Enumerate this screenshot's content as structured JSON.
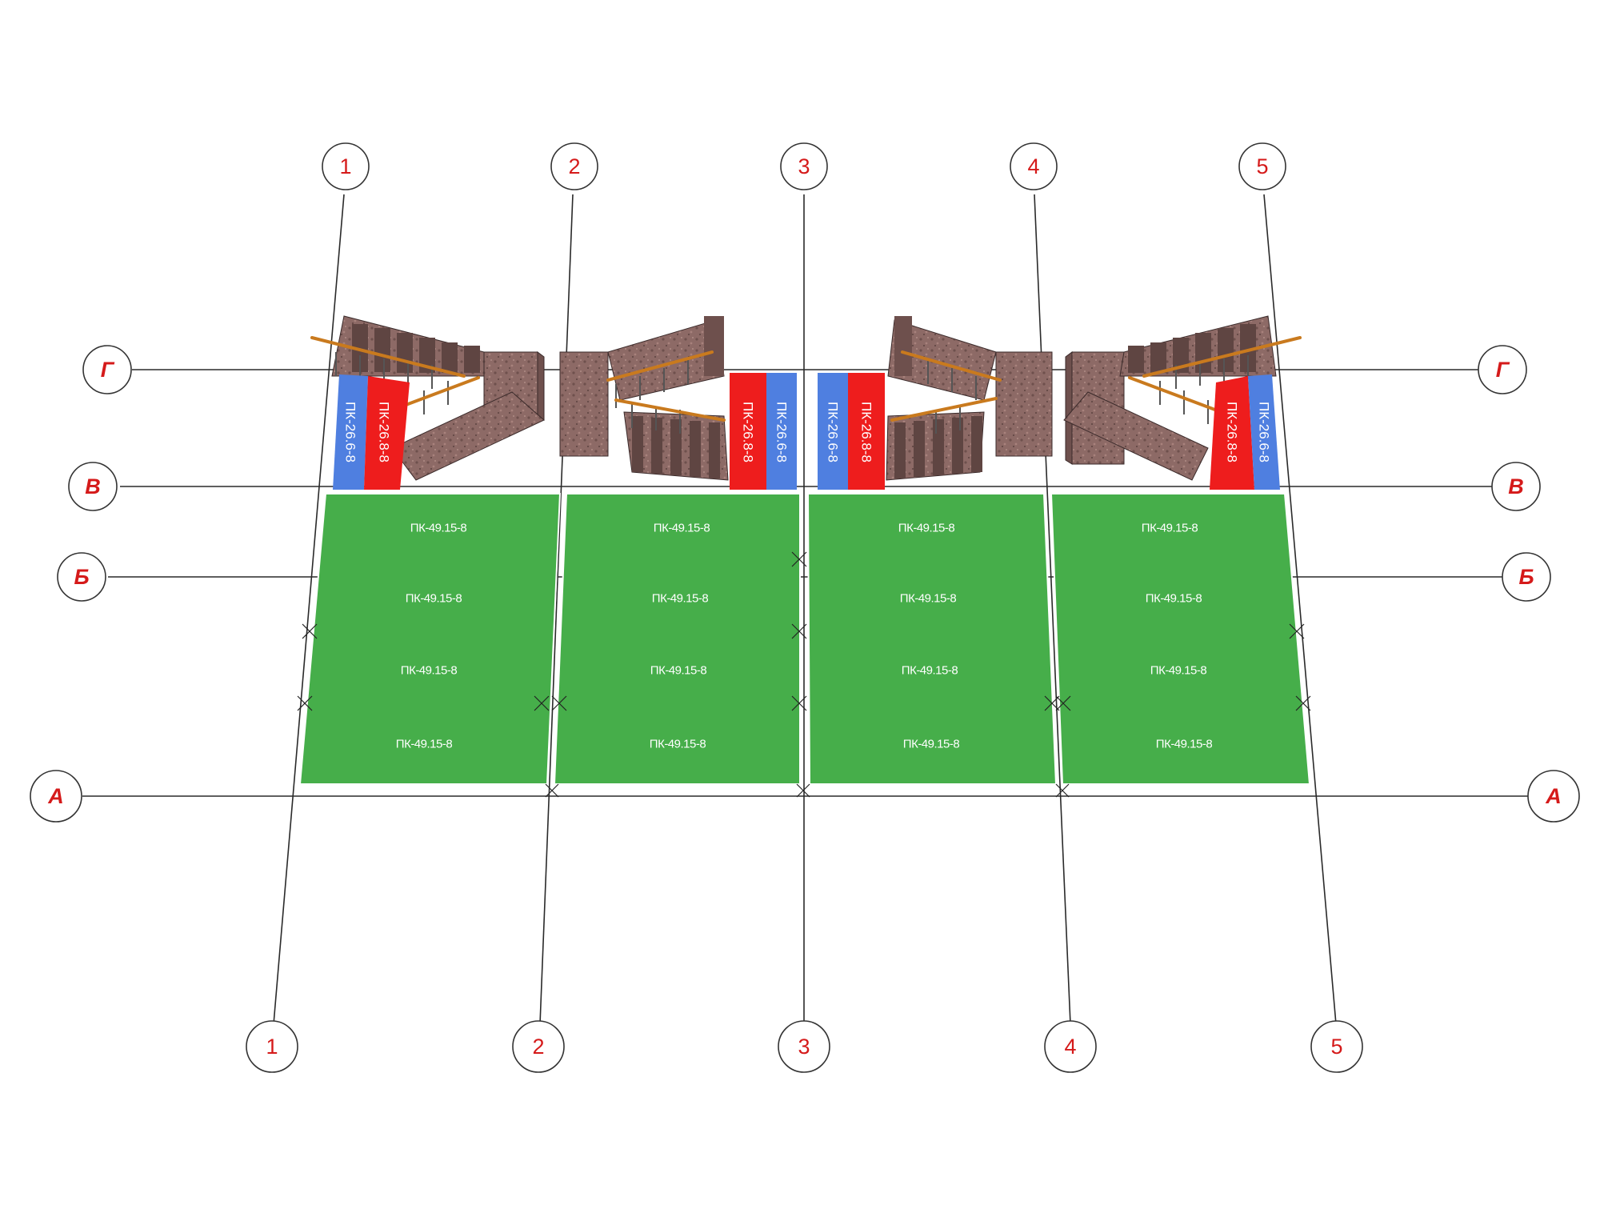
{
  "axes": {
    "numbers": [
      "1",
      "2",
      "3",
      "4",
      "5"
    ],
    "letters": [
      "А",
      "Б",
      "В",
      "Г"
    ]
  },
  "slabs": {
    "floor_label": "ПК-49.15-8",
    "landing_red_label": "ПК-26.8-8",
    "landing_blue_label": "ПК-26.6-8"
  },
  "colors": {
    "floor_slab": "#46ae4a",
    "landing_red": "#ee1d1d",
    "landing_blue": "#4f7fe0",
    "axis_text": "#d51a1a",
    "stone": "#8d6a66",
    "stone_dark": "#6e504d",
    "railing": "#c97a1e"
  },
  "icons": {
    "axis_marker": "circle-bubble",
    "stair": "stair-flight-icon"
  }
}
